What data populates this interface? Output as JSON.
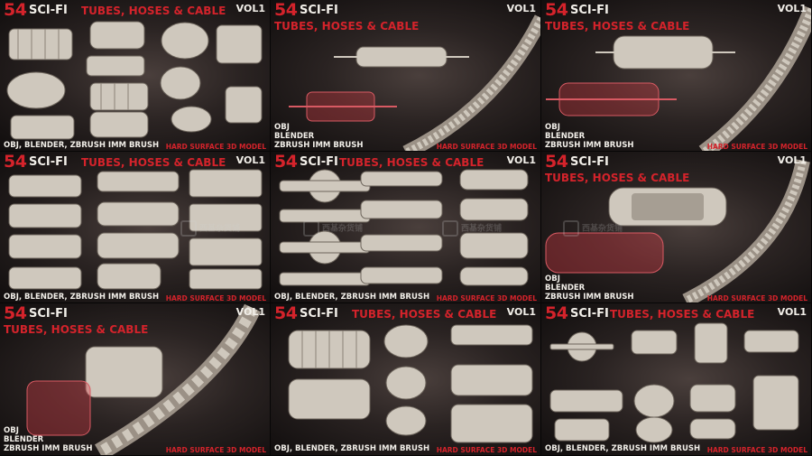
{
  "panels": [
    {
      "num": "54",
      "scifi": "SCI-FI",
      "subtitle": "TUBES, HOSES & CABLE",
      "vol": "VOL1",
      "formats": [
        "OBJ, BLENDER, ZBRUSH IMM BRUSH"
      ],
      "tag": "HARD SURFACE 3D MODEL"
    },
    {
      "num": "54",
      "scifi": "SCI-FI",
      "subtitle": "TUBES, HOSES & CABLE",
      "vol": "VOL1",
      "formats": [
        "OBJ",
        "BLENDER",
        "ZBRUSH IMM BRUSH"
      ],
      "tag": "HARD SURFACE 3D MODEL"
    },
    {
      "num": "54",
      "scifi": "SCI-FI",
      "subtitle": "TUBES, HOSES & CABLE",
      "vol": "VOL1",
      "formats": [
        "OBJ",
        "BLENDER",
        "ZBRUSH IMM BRUSH"
      ],
      "tag": "HARD SURFACE 3D MODEL"
    },
    {
      "num": "54",
      "scifi": "SCI-FI",
      "subtitle": "TUBES, HOSES & CABLE",
      "vol": "VOL1",
      "formats": [
        "OBJ, BLENDER, ZBRUSH IMM BRUSH"
      ],
      "tag": "HARD SURFACE 3D MODEL"
    },
    {
      "num": "54",
      "scifi": "SCI-FI",
      "subtitle": "TUBES, HOSES & CABLE",
      "vol": "VOL1",
      "formats": [
        "OBJ, BLENDER, ZBRUSH IMM BRUSH"
      ],
      "tag": "HARD SURFACE 3D MODEL"
    },
    {
      "num": "54",
      "scifi": "SCI-FI",
      "subtitle": "TUBES, HOSES & CABLE",
      "vol": "VOL1",
      "formats": [
        "OBJ",
        "BLENDER",
        "ZBRUSH IMM BRUSH"
      ],
      "tag": "HARD SURFACE 3D MODEL"
    },
    {
      "num": "54",
      "scifi": "SCI-FI",
      "subtitle": "TUBES, HOSES & CABLE",
      "vol": "VOL1",
      "formats": [
        "OBJ",
        "BLENDER",
        "ZBRUSH IMM BRUSH"
      ],
      "tag": "HARD SURFACE 3D MODEL"
    },
    {
      "num": "54",
      "scifi": "SCI-FI",
      "subtitle": "TUBES, HOSES & CABLE",
      "vol": "VOL1",
      "formats": [
        "OBJ, BLENDER, ZBRUSH IMM BRUSH"
      ],
      "tag": "HARD SURFACE 3D MODEL"
    },
    {
      "num": "54",
      "scifi": "SCI-FI",
      "subtitle": "TUBES, HOSES & CABLE",
      "vol": "VOL1",
      "formats": [
        "OBJ, BLENDER, ZBRUSH IMM BRUSH"
      ],
      "tag": "HARD SURFACE 3D MODEL"
    }
  ],
  "watermark": {
    "text": "西基杂货铺"
  },
  "colors": {
    "accent": "#d4232b",
    "title": "#f2efe9",
    "background": "#2a2322"
  }
}
